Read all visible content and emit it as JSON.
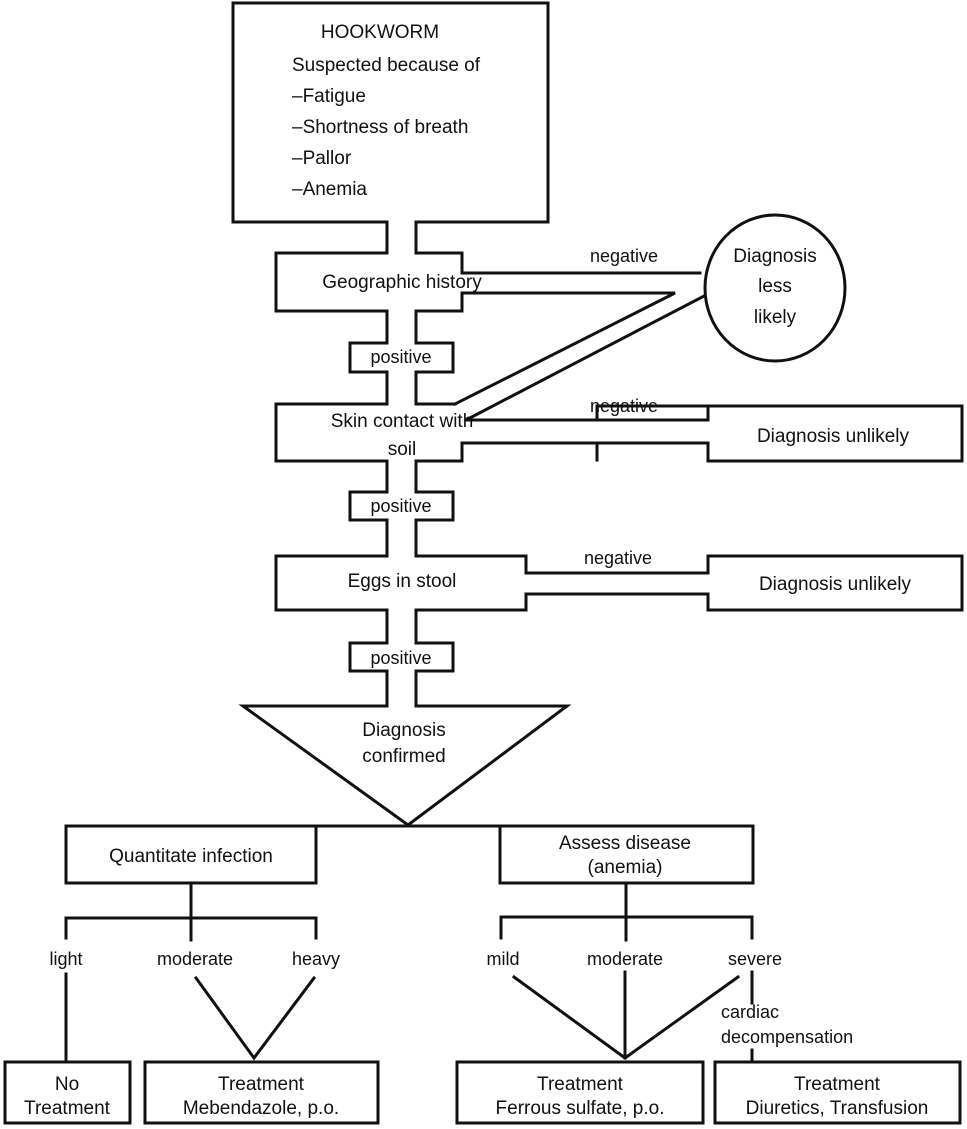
{
  "title_box": {
    "title": "HOOKWORM",
    "subtitle": "Suspected because of",
    "symptoms": [
      "–Fatigue",
      "–Shortness of breath",
      "–Pallor",
      "–Anemia"
    ]
  },
  "steps": {
    "geographic": "Geographic history",
    "skin_line1": "Skin contact with",
    "skin_line2": "soil",
    "eggs": "Eggs in stool"
  },
  "edge_labels": {
    "positive": "positive",
    "negative": "negative"
  },
  "outcomes": {
    "less_likely": [
      "Diagnosis",
      "less",
      "likely"
    ],
    "unlikely": "Diagnosis unlikely",
    "confirmed": [
      "Diagnosis",
      "confirmed"
    ]
  },
  "quantitate": {
    "label": "Quantitate infection",
    "levels": [
      "light",
      "moderate",
      "heavy"
    ],
    "no_treatment": [
      "No",
      "Treatment"
    ],
    "treatment": [
      "Treatment",
      "Mebendazole, p.o."
    ]
  },
  "assess": {
    "label": [
      "Assess disease",
      "(anemia)"
    ],
    "levels": [
      "mild",
      "moderate",
      "severe"
    ],
    "cardiac": [
      "cardiac",
      "decompensation"
    ],
    "treatment_iron": [
      "Treatment",
      "Ferrous sulfate, p.o."
    ],
    "treatment_severe": [
      "Treatment",
      "Diuretics, Transfusion"
    ]
  }
}
